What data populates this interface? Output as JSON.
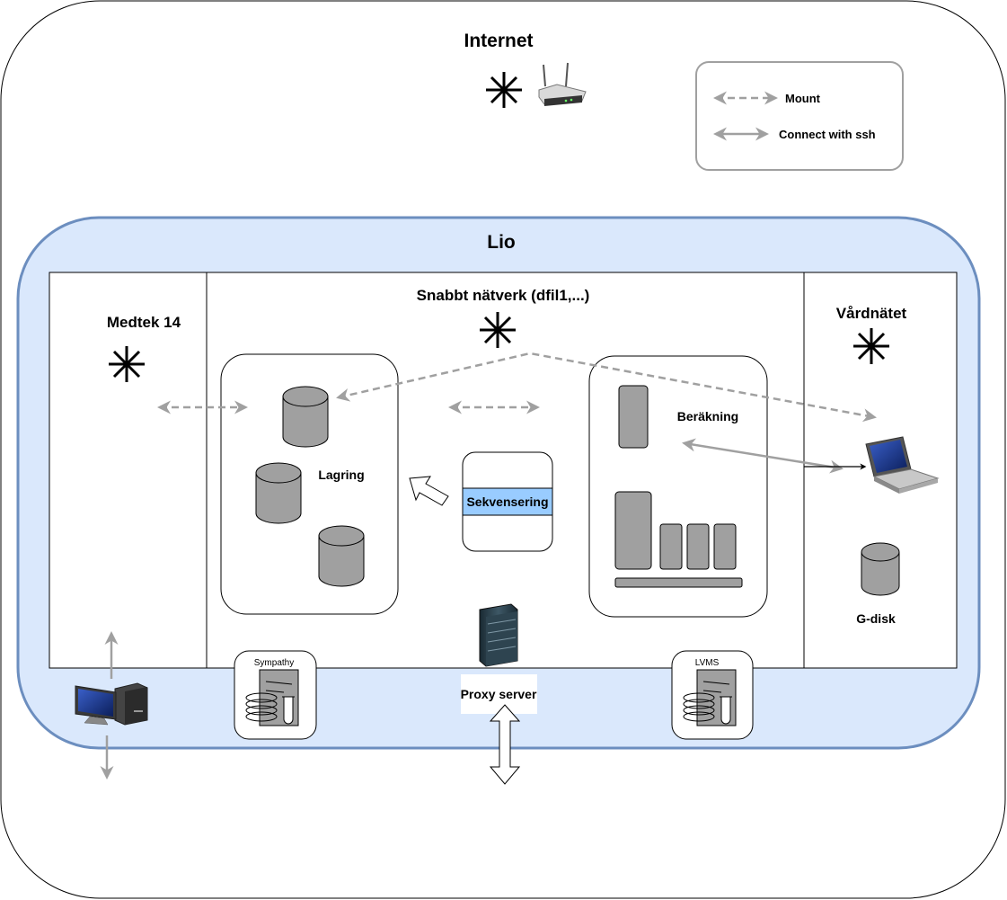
{
  "internet": {
    "title": "Internet"
  },
  "legend": {
    "mount_label": "Mount",
    "ssh_label": "Connect with ssh"
  },
  "lio": {
    "title": "Lio"
  },
  "medtek": {
    "title": "Medtek 14"
  },
  "snabbt": {
    "title": "Snabbt nätverk (dfil1,...)"
  },
  "vardnatet": {
    "title": "Vårdnätet",
    "gdisk_label": "G-disk"
  },
  "lagring": {
    "label": "Lagring"
  },
  "berakning": {
    "label": "Beräkning"
  },
  "sekvensering": {
    "label": "Sekvensering"
  },
  "proxy": {
    "label": "Proxy server"
  },
  "sympathy": {
    "label": "Sympathy"
  },
  "lvms": {
    "label": "LVMS"
  },
  "colors": {
    "lio_fill": "#dae8fc",
    "lio_stroke": "#6c8ebf",
    "arrow_gray": "#a0a0a0",
    "node_gray": "#a0a0a0",
    "sekvensering_band": "#99ccff"
  }
}
